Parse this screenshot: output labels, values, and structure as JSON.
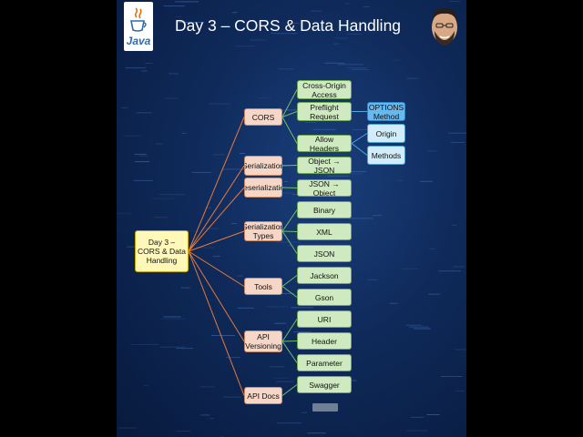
{
  "header": {
    "title": "Day 3 – CORS & Data Handling",
    "logo_text": "Java"
  },
  "mindmap": {
    "root": "Day 3 – CORS & Data Handling",
    "categories": {
      "cors": "CORS",
      "serialization": "Serialization",
      "deserialization": "Deserialization",
      "serialization_types": "Serialization Types",
      "tools": "Tools",
      "api_versioning": "API Versioning",
      "api_docs": "API Docs"
    },
    "leaves": {
      "cross_origin": "Cross-Origin Access",
      "preflight": "Preflight Request",
      "allow_headers": "Allow Headers",
      "object_json": "Object → JSON",
      "json_object": "JSON → Object",
      "binary": "Binary",
      "xml": "XML",
      "json": "JSON",
      "jackson": "Jackson",
      "gson": "Gson",
      "uri": "URI",
      "header": "Header",
      "parameter": "Parameter",
      "swagger": "Swagger"
    },
    "sub_leaves": {
      "options_method": "OPTIONS Method",
      "origin": "Origin",
      "methods": "Methods"
    }
  },
  "colors": {
    "background": "#0f2a5a",
    "root_fill": "#fff8b8",
    "category_fill": "#f6d6c6",
    "leaf_fill": "#cfeac0",
    "sub_leaf_fill": "#d2ecfa",
    "root_link": "#e87a3a",
    "leaf_link": "#6fbf6a",
    "sub_link": "#4fa8e0"
  },
  "icons": [
    "java-cup-icon",
    "avatar"
  ]
}
